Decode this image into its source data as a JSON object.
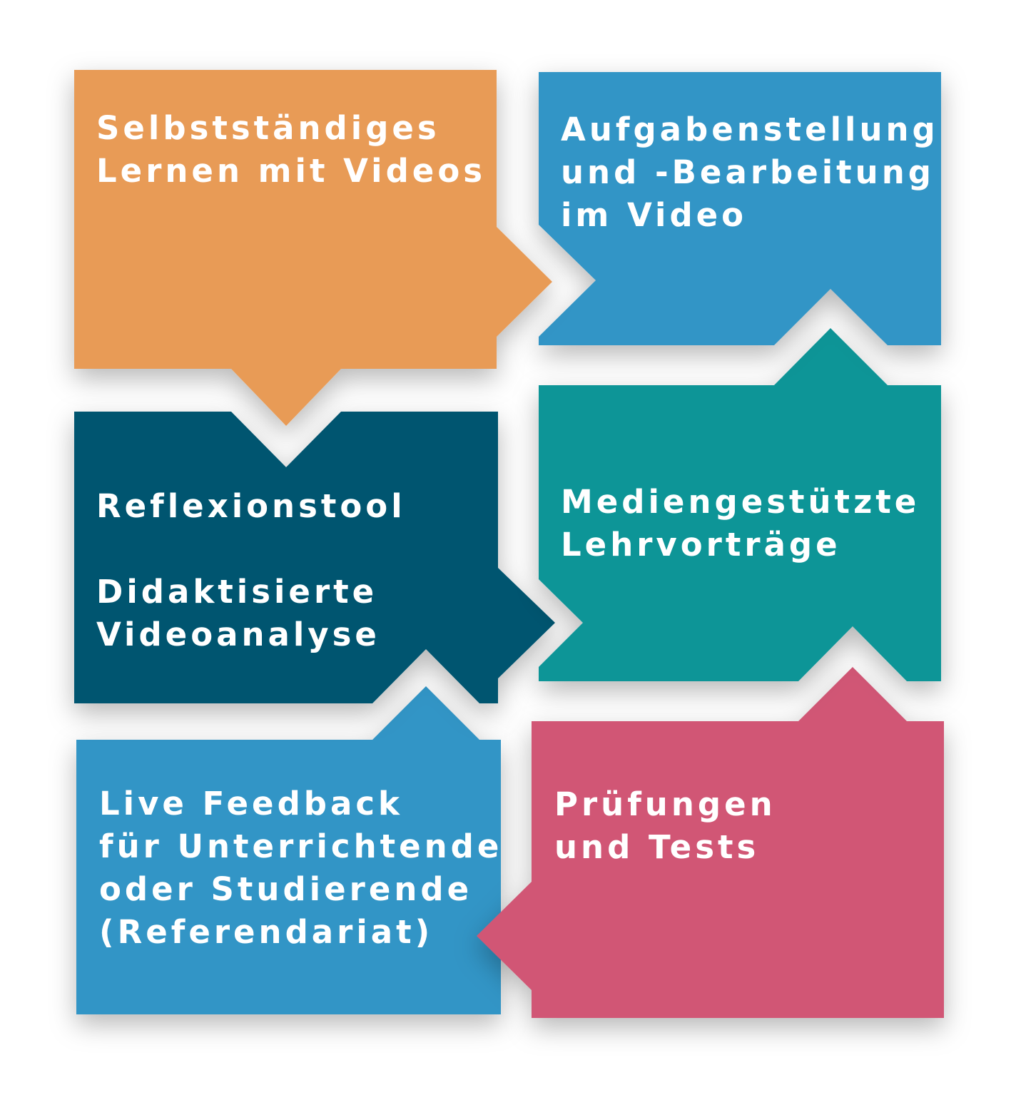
{
  "tiles": [
    {
      "name": "tile-selbststaendiges-lernen",
      "color": "#E89B57",
      "lines": [
        "Selbstständiges",
        "Lernen mit Videos"
      ]
    },
    {
      "name": "tile-aufgabenstellung",
      "color": "#3195C6",
      "lines": [
        "Aufgabenstellung",
        "und -Bearbeitung",
        "im Video"
      ]
    },
    {
      "name": "tile-reflexionstool",
      "color": "#035470",
      "lines": [
        "Reflexionstool"
      ],
      "lines2": [
        "Didaktisierte",
        "Videoanalyse"
      ]
    },
    {
      "name": "tile-mediengestuetzte-lehrvortraege",
      "color": "#089597",
      "lines": [
        "Mediengestützte",
        "Lehrvorträge"
      ]
    },
    {
      "name": "tile-live-feedback",
      "color": "#3195C6",
      "lines": [
        "Live Feedback",
        "für Unterrichtende",
        "oder Studierende",
        "(Referendariat)"
      ]
    },
    {
      "name": "tile-pruefungen",
      "color": "#D15675",
      "lines": [
        "Prüfungen",
        "und Tests"
      ]
    }
  ]
}
